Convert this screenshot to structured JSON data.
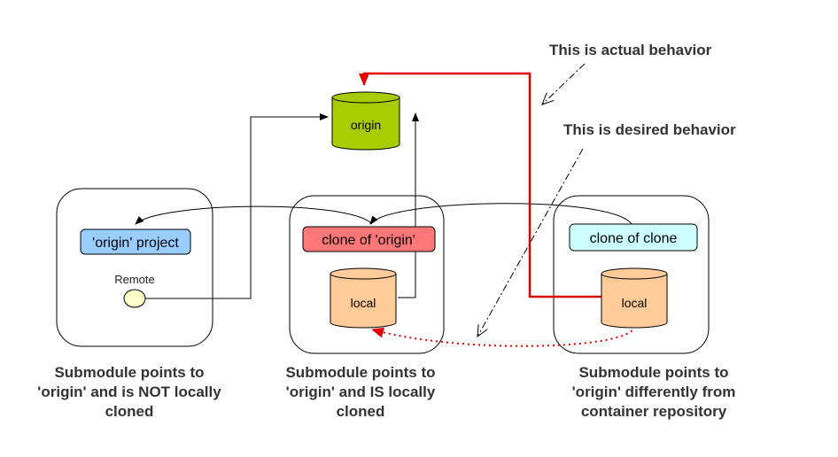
{
  "annotations": {
    "actual": "This is actual behavior",
    "desired": "This is desired behavior"
  },
  "origin_repo": {
    "label": "origin"
  },
  "panels": [
    {
      "header": "'origin' project",
      "remote_label": "Remote",
      "caption": [
        "Submodule points to",
        "'origin' and is NOT locally",
        "cloned"
      ]
    },
    {
      "header": "clone of 'origin'",
      "db_label": "local",
      "caption": [
        "Submodule points to",
        "'origin' and IS locally",
        "cloned"
      ]
    },
    {
      "header": "clone of clone",
      "db_label": "local",
      "caption": [
        "Submodule points to",
        "'origin' differently from",
        "container repository"
      ]
    }
  ],
  "colors": {
    "origin_fill": "#a9cc00",
    "local_fill": "#ffcc99",
    "header_blue": "#99ccff",
    "header_red": "#ff7777",
    "header_cyan": "#ccffff",
    "remote_fill": "#ffffcc",
    "actual_arrow": "#e00000",
    "desired_arrow": "#e00000"
  }
}
